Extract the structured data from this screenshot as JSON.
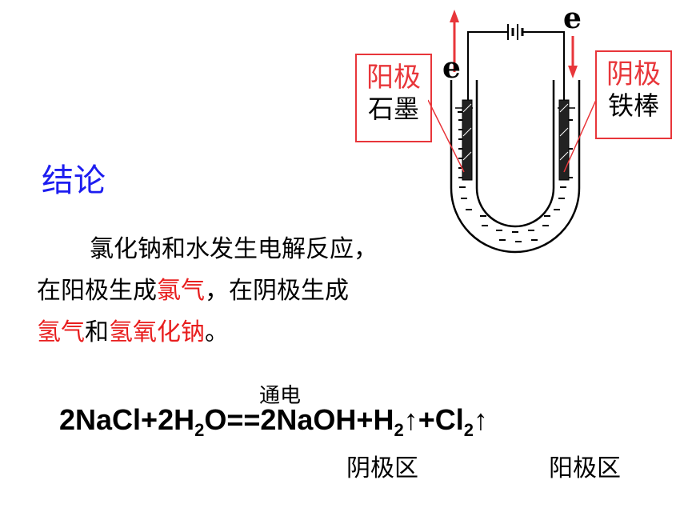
{
  "diagram": {
    "anode_box": {
      "title": "阳极",
      "material": "石墨"
    },
    "cathode_box": {
      "title": "阴极",
      "material": "铁棒"
    },
    "electron_left": "e",
    "electron_right": "e",
    "colors": {
      "box_border": "#e8363a",
      "arrow": "#e8363a",
      "heading": "#1d1df0",
      "highlight": "#e81e1e"
    }
  },
  "conclusion": {
    "heading": "结论",
    "line1": "氯化钠和水发生电解反应，",
    "line2_pre": "在阳极生成",
    "line2_red": "氯气",
    "line2_post": "，在阴极生成",
    "line3_red1": "氢气",
    "line3_mid": "和",
    "line3_red2": "氢氧化钠",
    "line3_post": "。"
  },
  "equation": {
    "condition": "通电",
    "p1": "2NaCl+2H",
    "s1": "2",
    "p2": "O==2NaOH+H",
    "s2": "2",
    "p3": "↑+Cl",
    "s3": "2",
    "p4": "↑",
    "cathode_region": "阴极区",
    "anode_region": "阳极区"
  }
}
